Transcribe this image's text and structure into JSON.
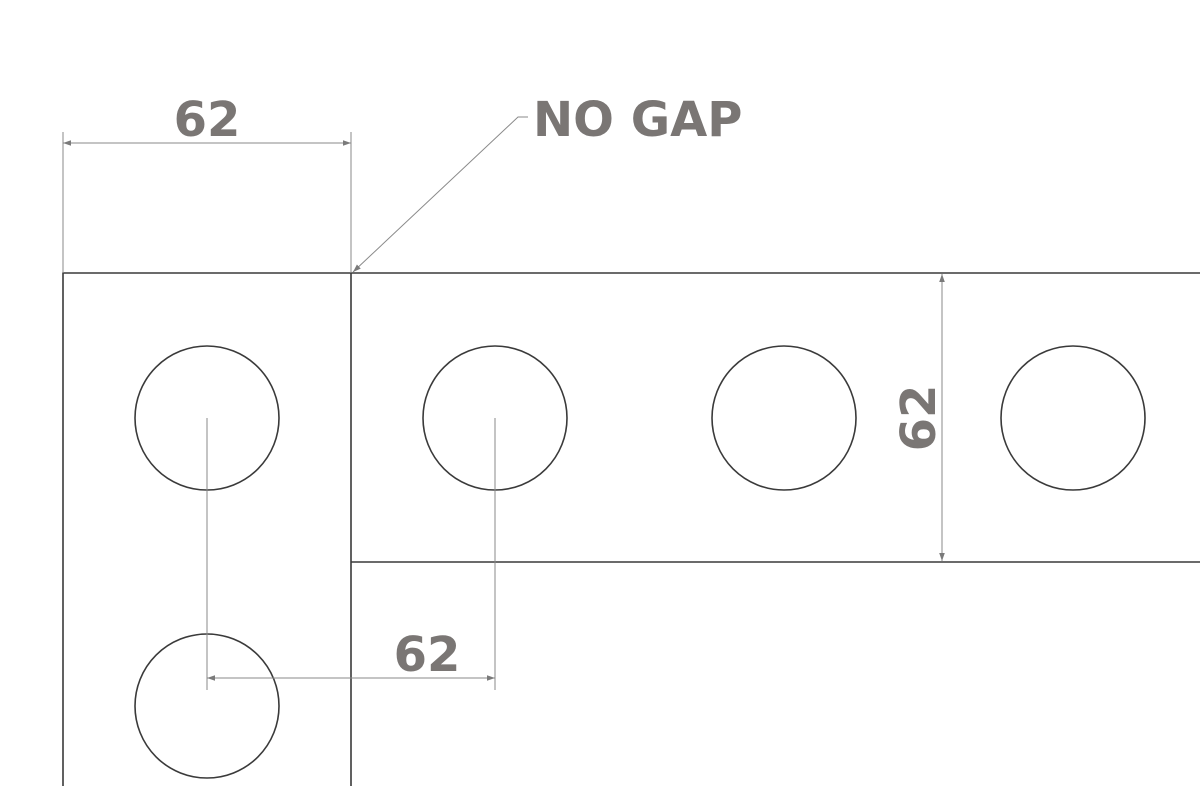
{
  "drawing": {
    "dimensions": {
      "top_width": "62",
      "bar_height": "62",
      "hole_spacing": "62"
    },
    "callout": "NO GAP",
    "colors": {
      "outline": "#3a3a3a",
      "dimension_line": "#8a8a8a",
      "text": "#7a7674"
    }
  }
}
